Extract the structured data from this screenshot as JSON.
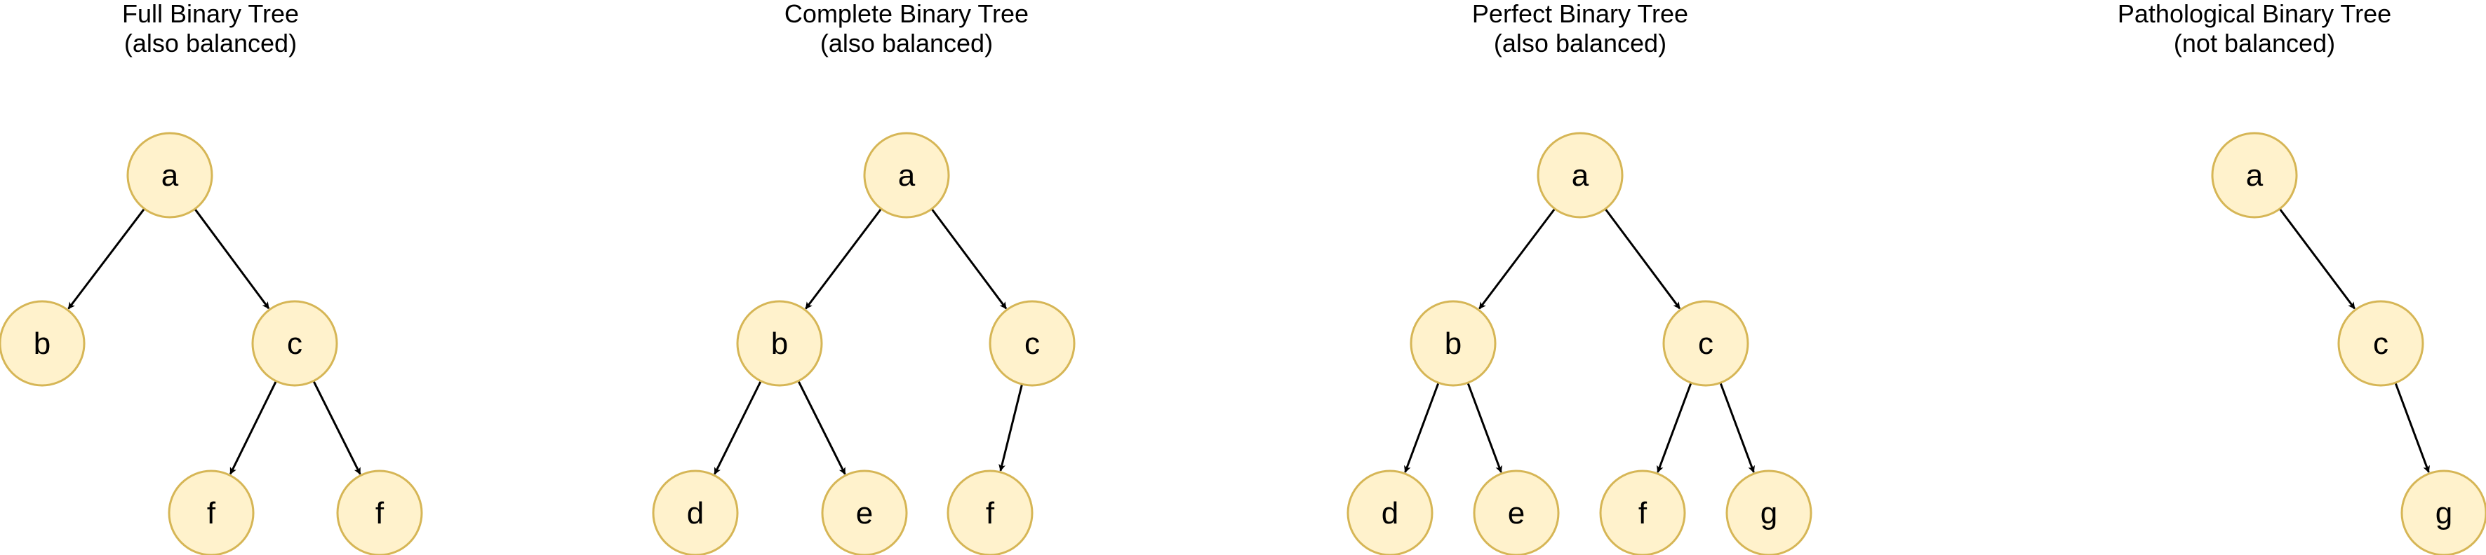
{
  "colors": {
    "node_fill": "#fff2cc",
    "node_stroke": "#d6b656",
    "edge": "#000000",
    "text": "#000000"
  },
  "trees": [
    {
      "id": "full",
      "title": [
        "Full Binary Tree",
        "(also balanced)"
      ],
      "nodes": [
        {
          "id": "a",
          "label": "a"
        },
        {
          "id": "b",
          "label": "b"
        },
        {
          "id": "c",
          "label": "c"
        },
        {
          "id": "f1",
          "label": "f"
        },
        {
          "id": "f2",
          "label": "f"
        }
      ],
      "edges": [
        [
          "a",
          "b"
        ],
        [
          "a",
          "c"
        ],
        [
          "c",
          "f1"
        ],
        [
          "c",
          "f2"
        ]
      ]
    },
    {
      "id": "complete",
      "title": [
        "Complete Binary Tree",
        "(also balanced)"
      ],
      "nodes": [
        {
          "id": "a",
          "label": "a"
        },
        {
          "id": "b",
          "label": "b"
        },
        {
          "id": "c",
          "label": "c"
        },
        {
          "id": "d",
          "label": "d"
        },
        {
          "id": "e",
          "label": "e"
        },
        {
          "id": "f",
          "label": "f"
        }
      ],
      "edges": [
        [
          "a",
          "b"
        ],
        [
          "a",
          "c"
        ],
        [
          "b",
          "d"
        ],
        [
          "b",
          "e"
        ],
        [
          "c",
          "f"
        ]
      ]
    },
    {
      "id": "perfect",
      "title": [
        "Perfect Binary Tree",
        "(also balanced)"
      ],
      "nodes": [
        {
          "id": "a",
          "label": "a"
        },
        {
          "id": "b",
          "label": "b"
        },
        {
          "id": "c",
          "label": "c"
        },
        {
          "id": "d",
          "label": "d"
        },
        {
          "id": "e",
          "label": "e"
        },
        {
          "id": "f",
          "label": "f"
        },
        {
          "id": "g",
          "label": "g"
        }
      ],
      "edges": [
        [
          "a",
          "b"
        ],
        [
          "a",
          "c"
        ],
        [
          "b",
          "d"
        ],
        [
          "b",
          "e"
        ],
        [
          "c",
          "f"
        ],
        [
          "c",
          "g"
        ]
      ]
    },
    {
      "id": "pathological",
      "title": [
        "Pathological Binary Tree",
        "(not balanced)"
      ],
      "nodes": [
        {
          "id": "a",
          "label": "a"
        },
        {
          "id": "c",
          "label": "c"
        },
        {
          "id": "g",
          "label": "g"
        }
      ],
      "edges": [
        [
          "a",
          "c"
        ],
        [
          "c",
          "g"
        ]
      ]
    }
  ]
}
